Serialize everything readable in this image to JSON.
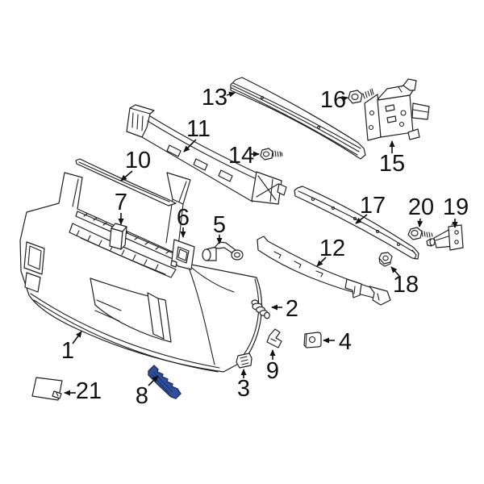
{
  "diagram": {
    "type": "exploded-parts-diagram",
    "subject": "front bumper assembly",
    "background_color": "#ffffff",
    "line_color": "#1f1f1f",
    "highlight_fill": "#2f4f9b",
    "highlight_stroke": "#1c2f63",
    "highlighted_callout": "8",
    "callouts": {
      "c1": "1",
      "c2": "2",
      "c3": "3",
      "c4": "4",
      "c5": "5",
      "c6": "6",
      "c7": "7",
      "c8": "8",
      "c9": "9",
      "c10": "10",
      "c11": "11",
      "c12": "12",
      "c13": "13",
      "c14": "14",
      "c15": "15",
      "c16": "16",
      "c17": "17",
      "c18": "18",
      "c19": "19",
      "c20": "20",
      "c21": "21"
    }
  }
}
